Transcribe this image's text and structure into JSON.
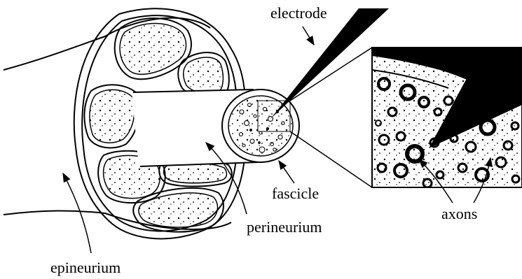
{
  "labels": {
    "electrode": "electrode",
    "fascicle": "fascicle",
    "axons": "axons",
    "perineurium": "perineurium",
    "epineurium": "epineurium"
  }
}
